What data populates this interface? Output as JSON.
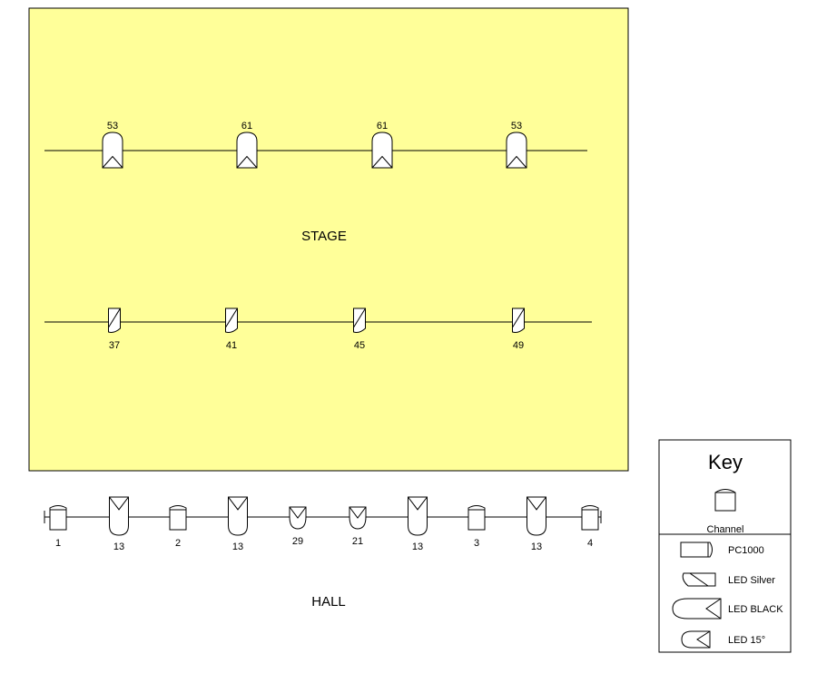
{
  "stage": {
    "label": "STAGE",
    "fill_color": "#ffff99",
    "upper_bar": {
      "fixtures": [
        {
          "type": "led-15",
          "channel": "53"
        },
        {
          "type": "led-15",
          "channel": "61"
        },
        {
          "type": "led-15",
          "channel": "61"
        },
        {
          "type": "led-15",
          "channel": "53"
        }
      ]
    },
    "lower_bar": {
      "fixtures": [
        {
          "type": "led-silver",
          "channel": "37"
        },
        {
          "type": "led-silver",
          "channel": "41"
        },
        {
          "type": "led-silver",
          "channel": "45"
        },
        {
          "type": "led-silver",
          "channel": "49"
        }
      ]
    }
  },
  "hall": {
    "label": "HALL",
    "fixtures": [
      {
        "type": "pc1000",
        "channel": "1"
      },
      {
        "type": "led-black",
        "channel": "13"
      },
      {
        "type": "pc1000",
        "channel": "2"
      },
      {
        "type": "led-black",
        "channel": "13"
      },
      {
        "type": "led-15",
        "channel": "29"
      },
      {
        "type": "led-15",
        "channel": "21"
      },
      {
        "type": "led-black",
        "channel": "13"
      },
      {
        "type": "pc1000",
        "channel": "3"
      },
      {
        "type": "led-black",
        "channel": "13"
      },
      {
        "type": "pc1000",
        "channel": "4"
      }
    ]
  },
  "key": {
    "title": "Key",
    "channel_label": "Channel",
    "items": [
      {
        "type": "pc1000",
        "label": "PC1000"
      },
      {
        "type": "led-silver",
        "label": "LED Silver"
      },
      {
        "type": "led-black",
        "label": "LED BLACK"
      },
      {
        "type": "led-15",
        "label": "LED 15°"
      }
    ]
  }
}
